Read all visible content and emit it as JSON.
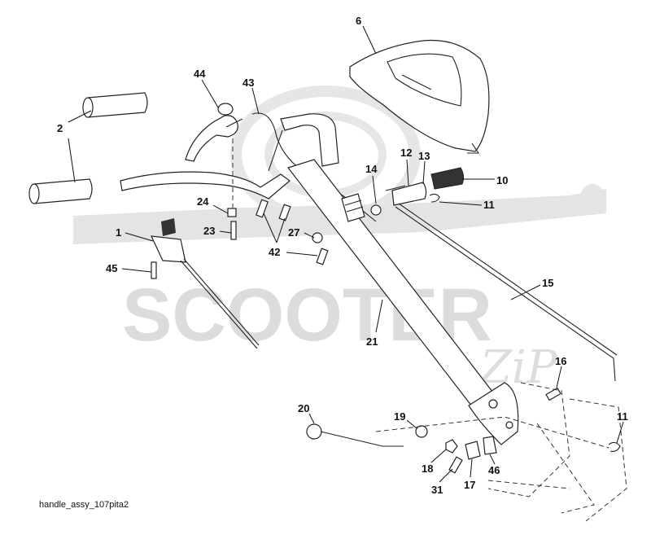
{
  "watermark": {
    "brand": "SCOOTER",
    "suffix": "ZiP"
  },
  "caption": "handle_assy_107pita2",
  "callouts": [
    "6",
    "44",
    "43",
    "2",
    "12",
    "13",
    "10",
    "14",
    "11",
    "24",
    "23",
    "1",
    "27",
    "42",
    "45",
    "15",
    "21",
    "16",
    "20",
    "19",
    "11",
    "18",
    "17",
    "46",
    "31"
  ]
}
